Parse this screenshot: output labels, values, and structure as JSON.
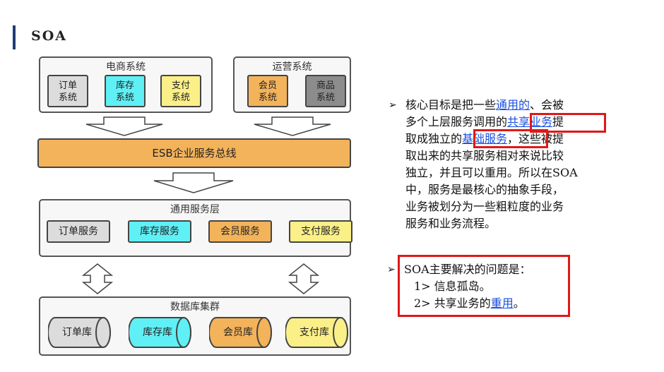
{
  "page": {
    "title": "SOA"
  },
  "diagram": {
    "ecommerce": {
      "title": "电商系统",
      "boxes": [
        "订单\n系统",
        "库存\n系统",
        "支付\n系统"
      ]
    },
    "operations": {
      "title": "运营系统",
      "boxes": [
        "会员\n系统",
        "商品\n系统"
      ]
    },
    "esb": "ESB企业服务总线",
    "service_layer": {
      "title": "通用服务层",
      "services": [
        "订单服务",
        "库存服务",
        "会员服务",
        "支付服务"
      ]
    },
    "database": {
      "title": "数据库集群",
      "dbs": [
        "订单库",
        "库存库",
        "会员库",
        "支付库"
      ]
    },
    "colors": {
      "gray": "#dcdcdc",
      "cyan": "#5ff0f5",
      "yellow": "#fbef88",
      "orange": "#f3b35b",
      "dark_gray": "#8c8c8c"
    }
  },
  "notes": {
    "bullet_glyph": "➢",
    "point1": {
      "l1a": "核心目标是把一些",
      "l1b": "通用的",
      "l1c": "、会被",
      "l2a": "多个上层服务调用的",
      "l2b": "共享业务",
      "l2c": "提",
      "l3a": "取成独立的",
      "l3b": "基础服务",
      "l3c": "，这些被提",
      "l4": "取出来的共享服务相对来说比较",
      "l5": "独立，并且可以重用。所以在SOA",
      "l6": "中，服务是最核心的抽象手段，",
      "l7": "业务被划分为一些粗粒度的业务",
      "l8": "服务和业务流程。"
    },
    "point2": {
      "head": "SOA主要解决的问题是：",
      "item1": "1> 信息孤岛。",
      "item2a": "2> 共享业务的",
      "item2b": "重用",
      "item2c": "。"
    },
    "highlight_color": "#1a4fe0",
    "box_color": "#e01818"
  }
}
